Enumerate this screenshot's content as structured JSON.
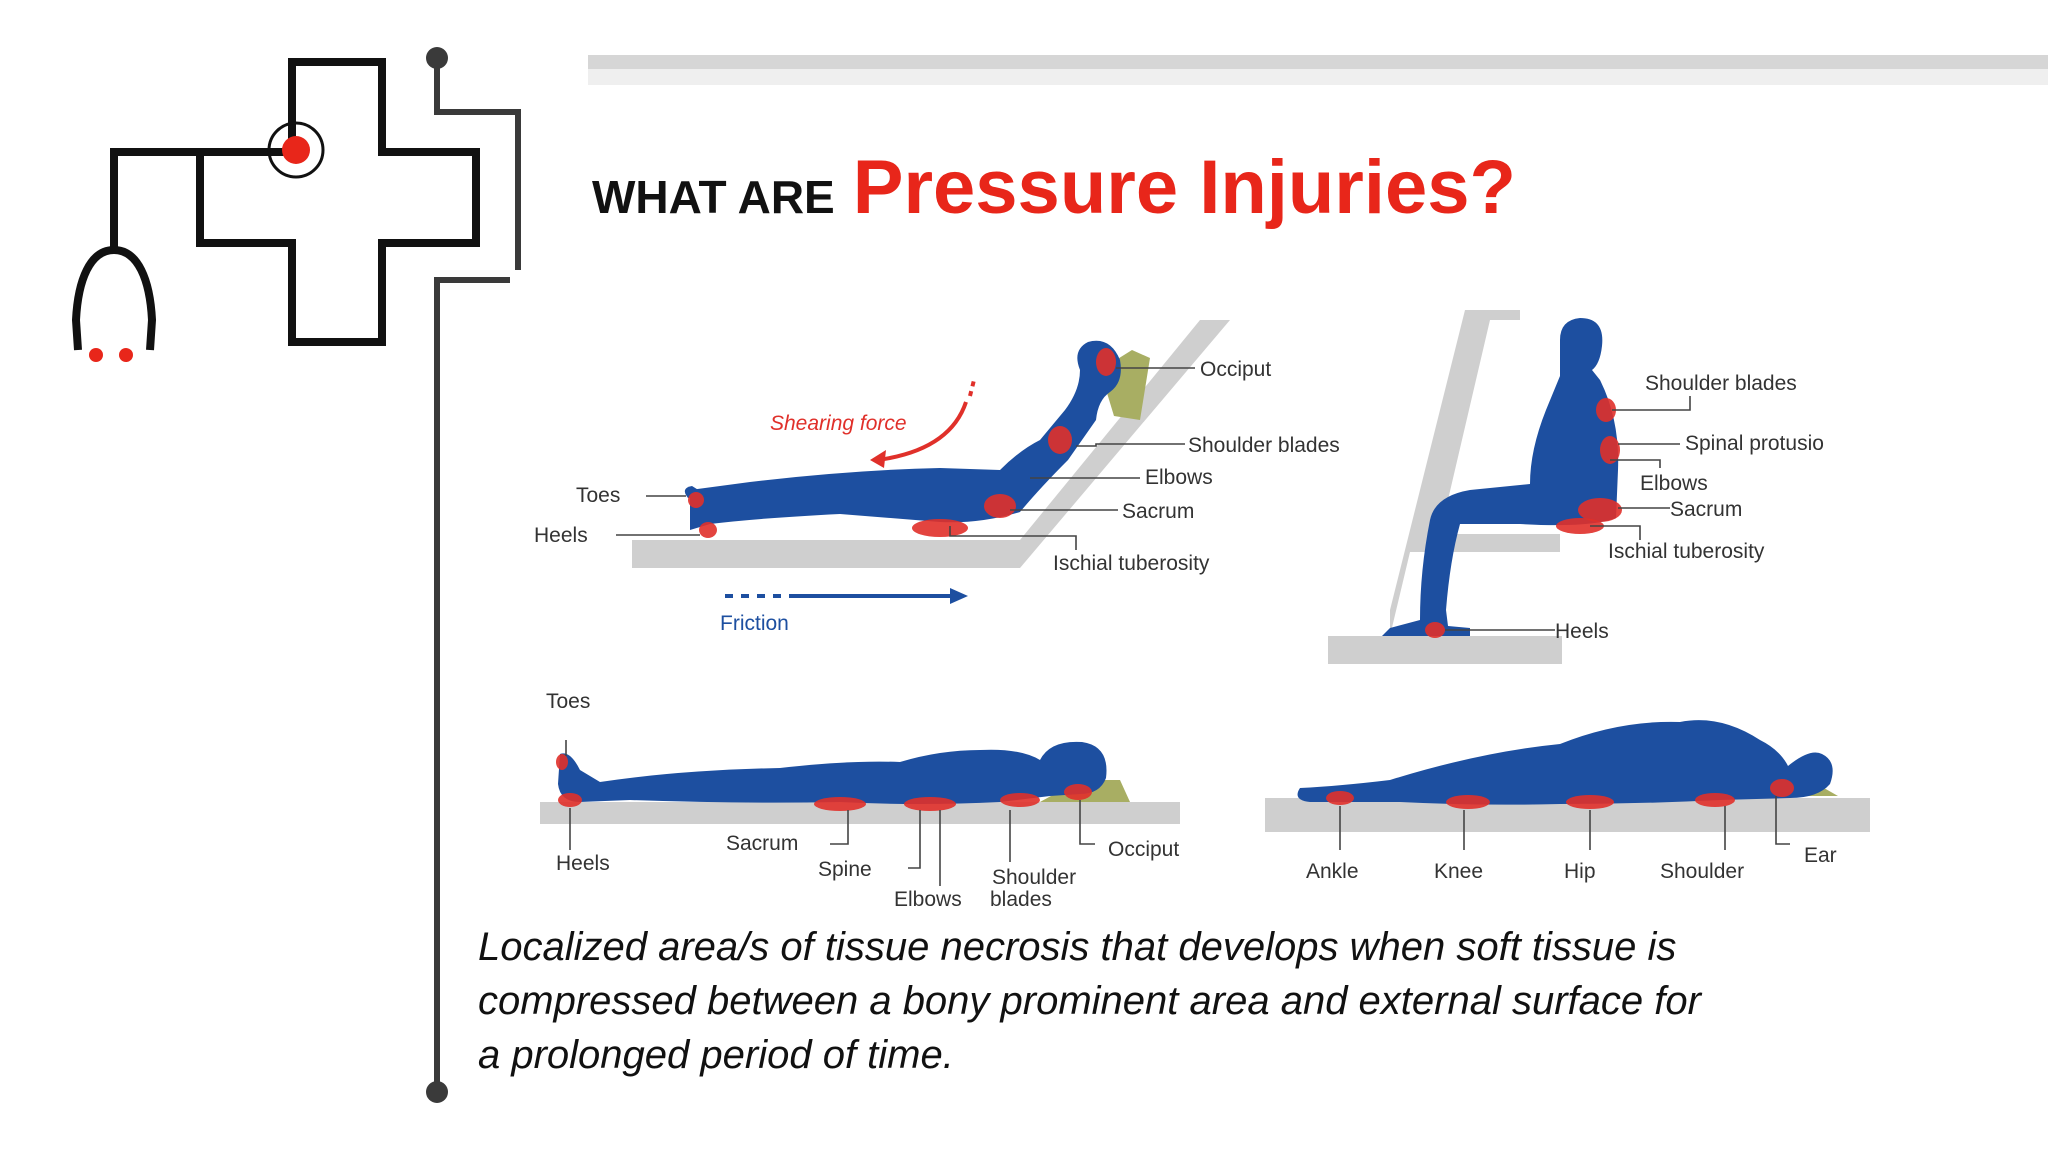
{
  "header": {
    "title_small": "WHAT ARE",
    "title_big": "Pressure Injuries?"
  },
  "colors": {
    "accent": "#e8261a",
    "text": "#111111",
    "body_blue": "#1d4fa0",
    "pressure_point": "#e0302a",
    "pillow": "#a8ae63",
    "surface": "#cfcfcf"
  },
  "icons": {
    "logo": "medical-cross-stethoscope-icon"
  },
  "diagram": {
    "semi_reclined": {
      "labels": {
        "occiput": "Occiput",
        "shoulder_blades": "Shoulder blades",
        "elbows": "Elbows",
        "sacrum": "Sacrum",
        "ischial": "Ischial tuberosity",
        "toes": "Toes",
        "heels": "Heels",
        "shearing": "Shearing force",
        "friction": "Friction"
      }
    },
    "sitting": {
      "labels": {
        "shoulder_blades": "Shoulder blades",
        "spinal": "Spinal protusio",
        "elbows": "Elbows",
        "sacrum": "Sacrum",
        "ischial": "Ischial tuberosity",
        "heels": "Heels"
      }
    },
    "supine": {
      "labels": {
        "toes": "Toes",
        "heels": "Heels",
        "sacrum": "Sacrum",
        "spine": "Spine",
        "elbows": "Elbows",
        "shoulder_blades_1": "Shoulder",
        "shoulder_blades_2": "blades",
        "occiput": "Occiput"
      }
    },
    "side_lying": {
      "labels": {
        "ankle": "Ankle",
        "knee": "Knee",
        "hip": "Hip",
        "shoulder": "Shoulder",
        "ear": "Ear"
      }
    }
  },
  "description": {
    "line1": "Localized area/s of tissue necrosis that develops when soft tissue is",
    "line2": "compressed between a bony prominent area and external surface for",
    "line3": "a prolonged period of time."
  }
}
